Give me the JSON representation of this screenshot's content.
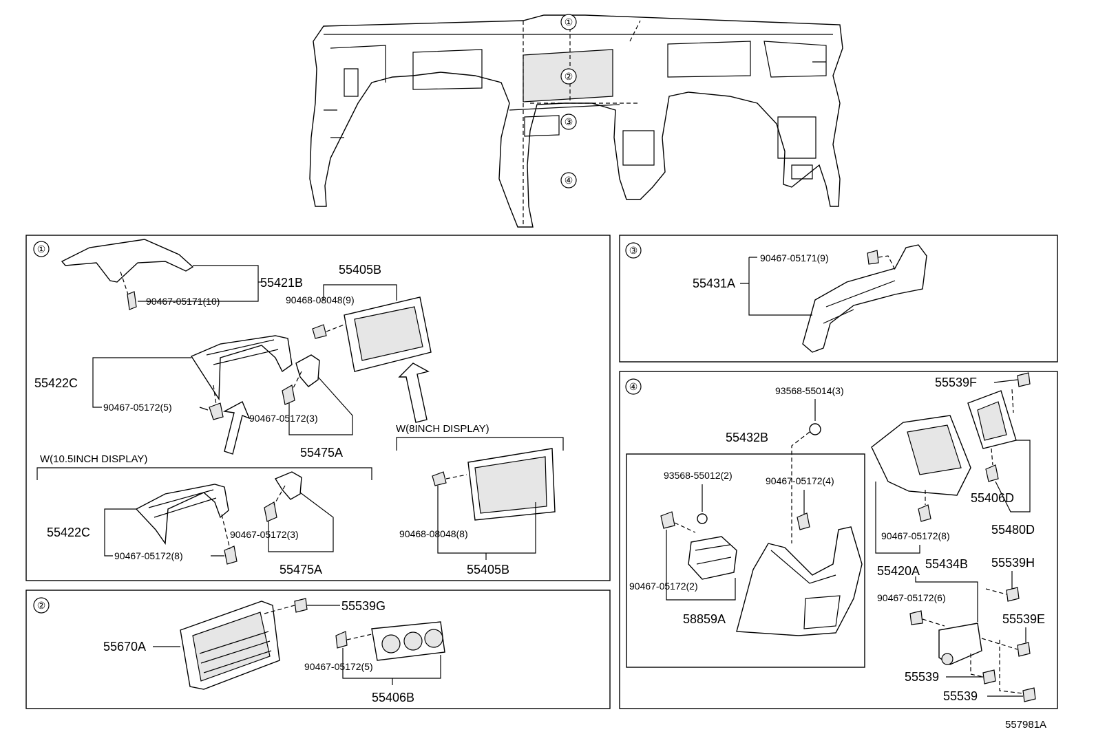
{
  "callouts": {
    "c1": "①",
    "c2": "②",
    "c3": "③",
    "c4": "④"
  },
  "panel1": {
    "p55421B": "55421B",
    "c90467_10": "90467-05171(10)",
    "p55405B_top": "55405B",
    "c90468_9": "90468-08048(9)",
    "p55422C_top": "55422C",
    "c90467_5": "90467-05172(5)",
    "c90467_3_top": "90467-05172(3)",
    "p55475A_top": "55475A",
    "w8": "W(8INCH DISPLAY)",
    "w105": "W(10.5INCH DISPLAY)",
    "p55422C_bot": "55422C",
    "c90467_8": "90467-05172(8)",
    "c90467_3_bot": "90467-05172(3)",
    "p55475A_bot": "55475A",
    "c90468_8": "90468-08048(8)",
    "p55405B_bot": "55405B"
  },
  "panel2": {
    "p55539G": "55539G",
    "p55670A": "55670A",
    "c90467_5": "90467-05172(5)",
    "p55406B": "55406B"
  },
  "panel3": {
    "c90467_9": "90467-05171(9)",
    "p55431A": "55431A"
  },
  "panel4": {
    "c93568_3": "93568-55014(3)",
    "p55432B": "55432B",
    "c93568_2": "93568-55012(2)",
    "c90467_4": "90467-05172(4)",
    "c90467_2": "90467-05172(2)",
    "p58859A": "58859A",
    "p55539F": "55539F",
    "p55406D": "55406D",
    "c90467_8": "90467-05172(8)",
    "p55480D": "55480D",
    "p55420A": "55420A",
    "p55434B": "55434B",
    "p55539H": "55539H",
    "c90467_6": "90467-05172(6)",
    "p55539E": "55539E",
    "p55539_a": "55539",
    "p55539_b": "55539"
  },
  "diagram_id": "557981A"
}
